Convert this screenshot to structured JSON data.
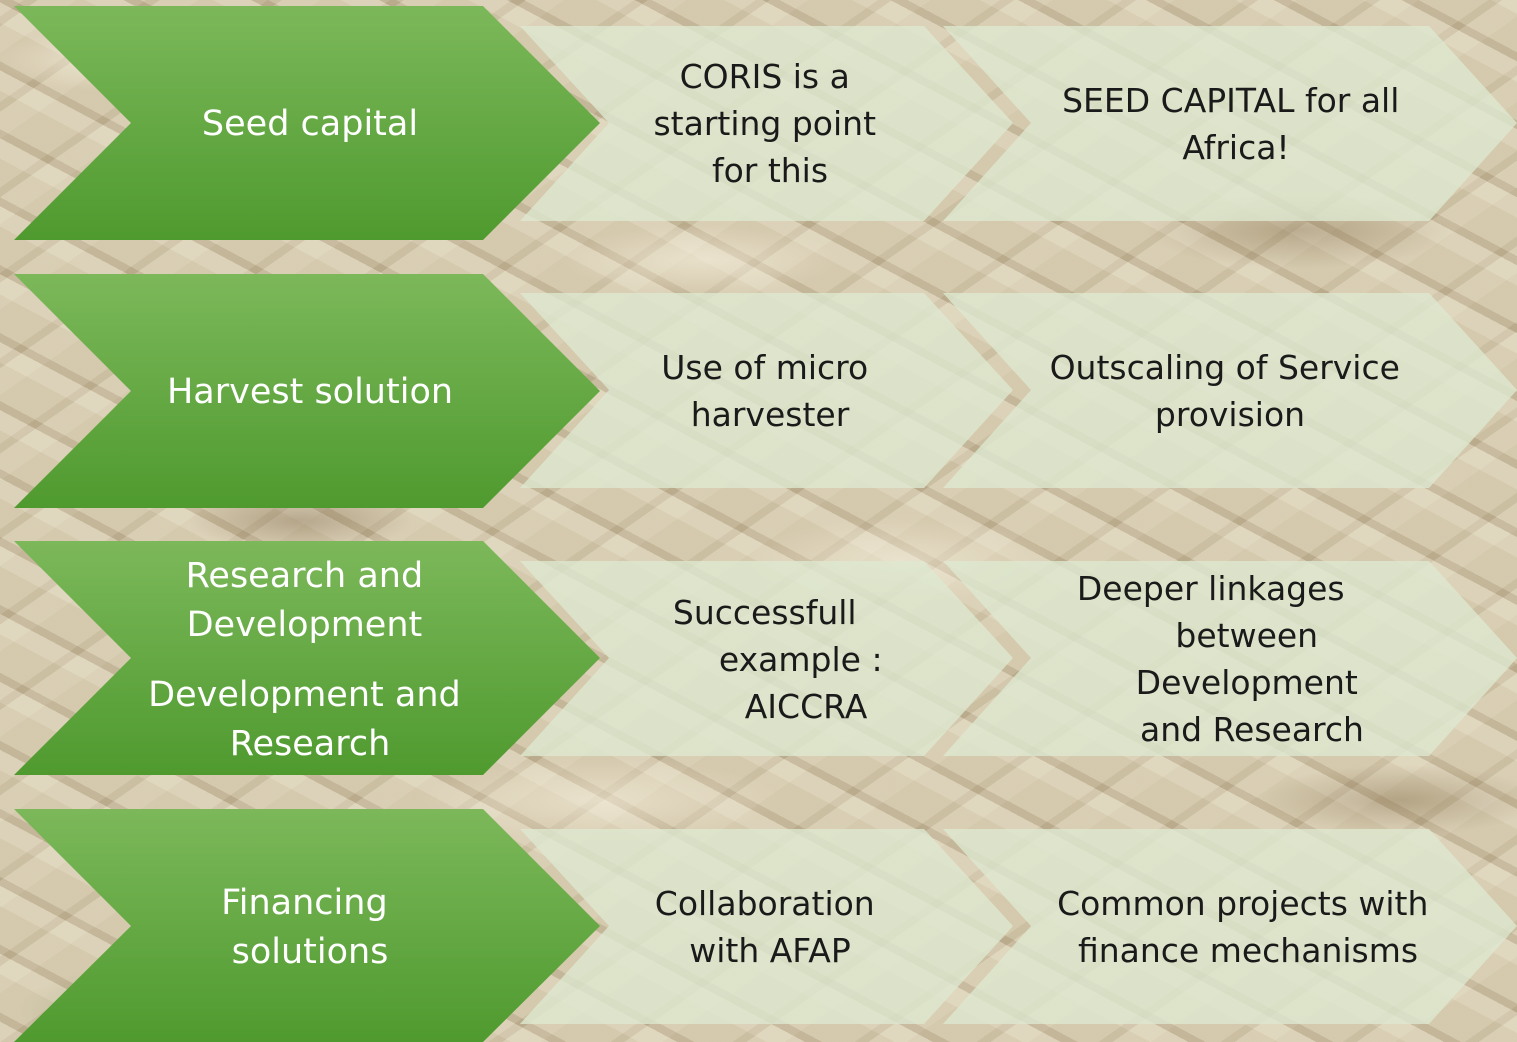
{
  "colors": {
    "primary_chevron_top": "#7cb85a",
    "primary_chevron_bottom": "#4f9a2f",
    "secondary_chevron": "#dde9cf",
    "primary_text": "#ffffff",
    "secondary_text": "#1a1a1a"
  },
  "rows": [
    {
      "primary": [
        "Seed capital"
      ],
      "middle": [
        "CORIS is a",
        "starting point",
        "for this"
      ],
      "right": [
        "SEED CAPITAL for all",
        "Africa!"
      ]
    },
    {
      "primary": [
        "Harvest solution"
      ],
      "middle": [
        "Use of micro",
        "harvester"
      ],
      "right": [
        "Outscaling of Service",
        "provision"
      ]
    },
    {
      "primary": [
        "Research and",
        "Development",
        "Development and",
        "Research"
      ],
      "middle": [
        "Successfull",
        "example :",
        "AICCRA"
      ],
      "right": [
        "Deeper linkages",
        "between",
        "Development",
        "and Research"
      ]
    },
    {
      "primary": [
        "Financing",
        "solutions"
      ],
      "middle": [
        "Collaboration",
        "with AFAP"
      ],
      "right": [
        "Common projects with",
        "finance mechanisms"
      ]
    }
  ]
}
